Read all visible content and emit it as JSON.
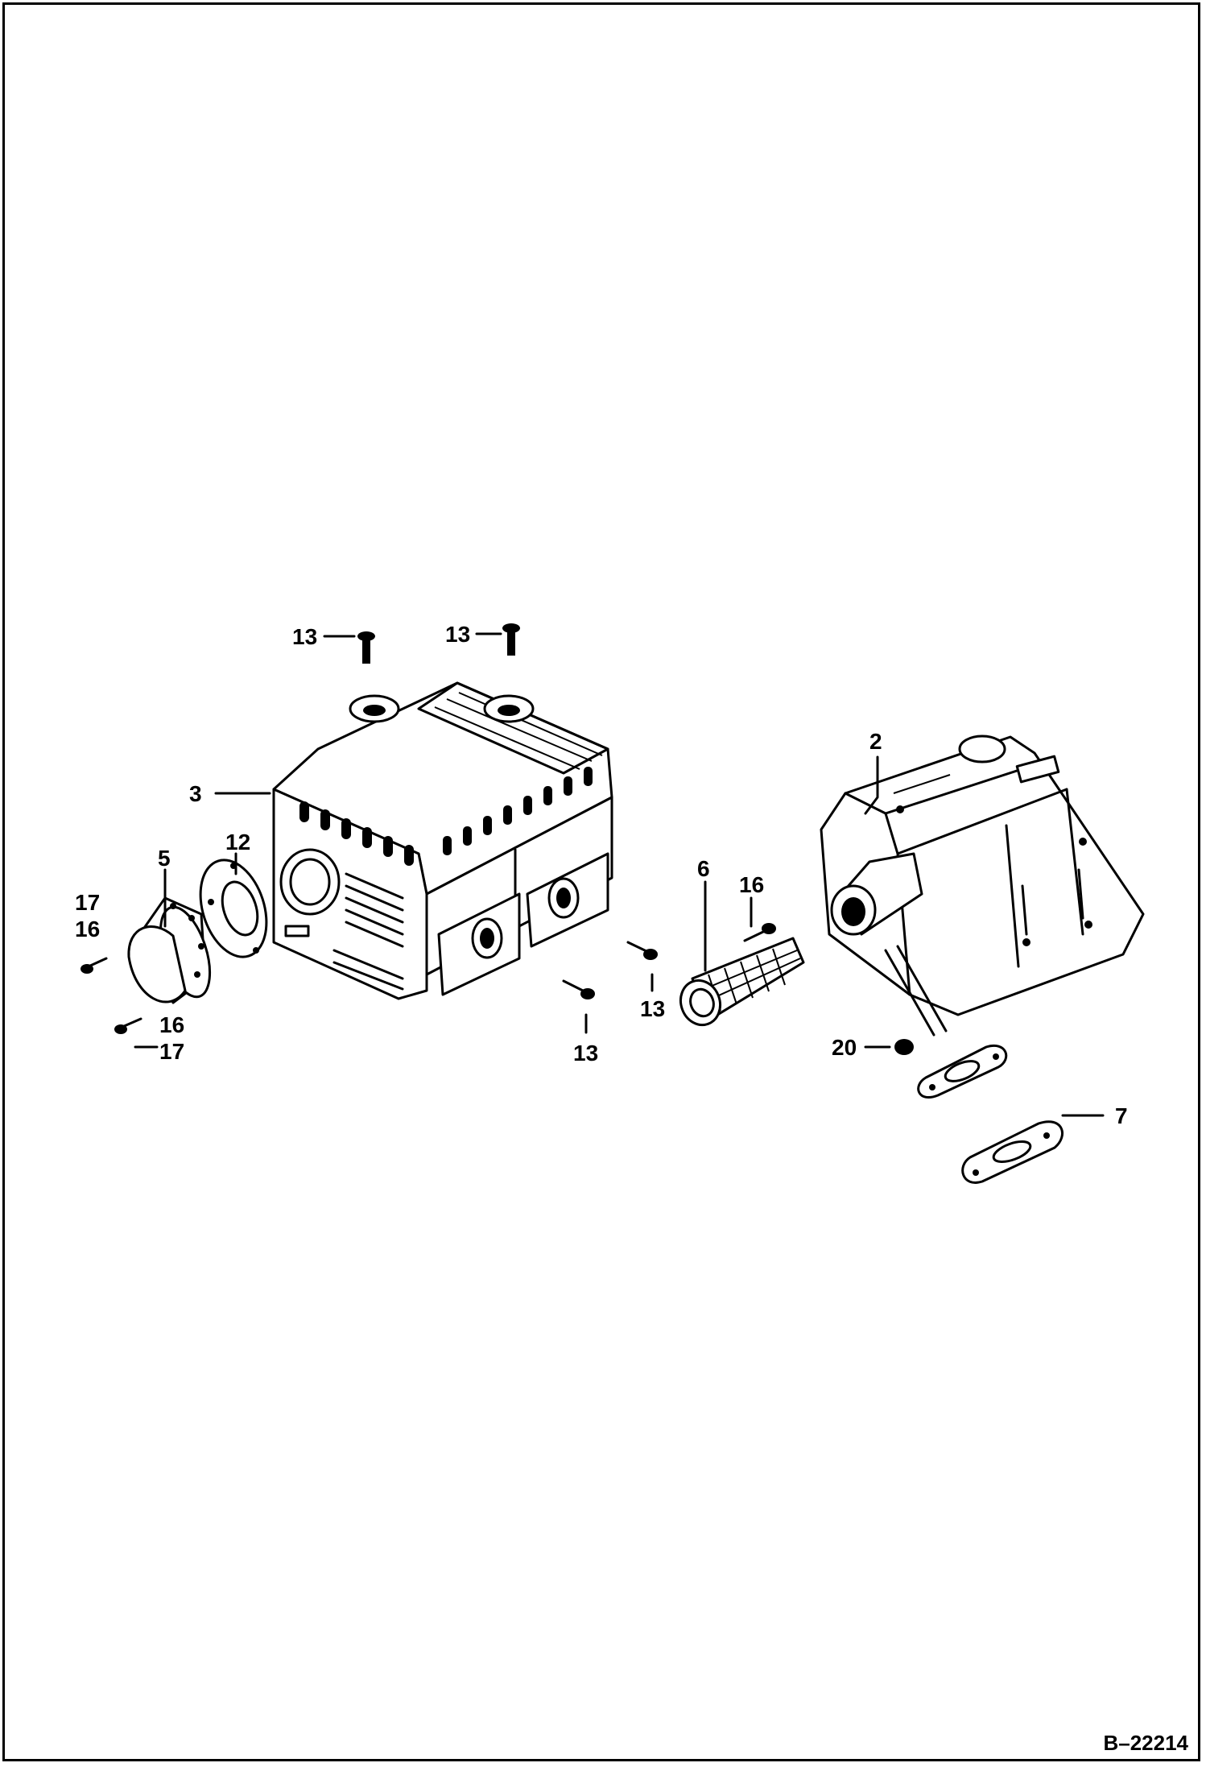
{
  "labels": {
    "part_3": "3",
    "part_2": "2",
    "part_5": "5",
    "part_12": "12",
    "part_17a": "17",
    "part_16a": "16",
    "part_16b": "16",
    "part_17b": "17",
    "part_13a": "13",
    "part_13b": "13",
    "part_13c": "13",
    "part_13d": "13",
    "part_6": "6",
    "part_16c": "16",
    "part_20": "20",
    "part_7": "7"
  },
  "reference": "B–22214"
}
